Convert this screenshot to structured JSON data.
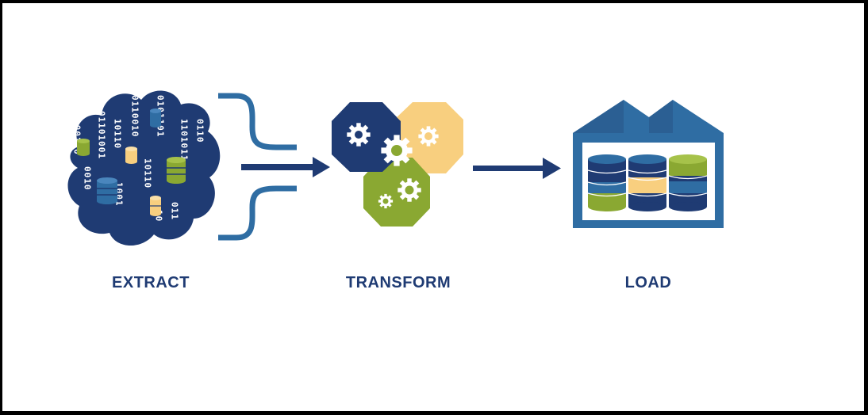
{
  "stages": {
    "extract": {
      "label": "EXTRACT"
    },
    "transform": {
      "label": "TRANSFORM"
    },
    "load": {
      "label": "LOAD"
    }
  },
  "colors": {
    "navy": "#1f3b73",
    "steel_blue": "#2f6da3",
    "green": "#8aa832",
    "sand": "#f8cf7f",
    "white": "#ffffff",
    "border": "#000000"
  },
  "icons": [
    "cloud-data-icon",
    "funnel-pipes-icon",
    "arrow-right-icon",
    "gears-hexagon-icon",
    "warehouse-icon",
    "database-cylinder-icon"
  ]
}
